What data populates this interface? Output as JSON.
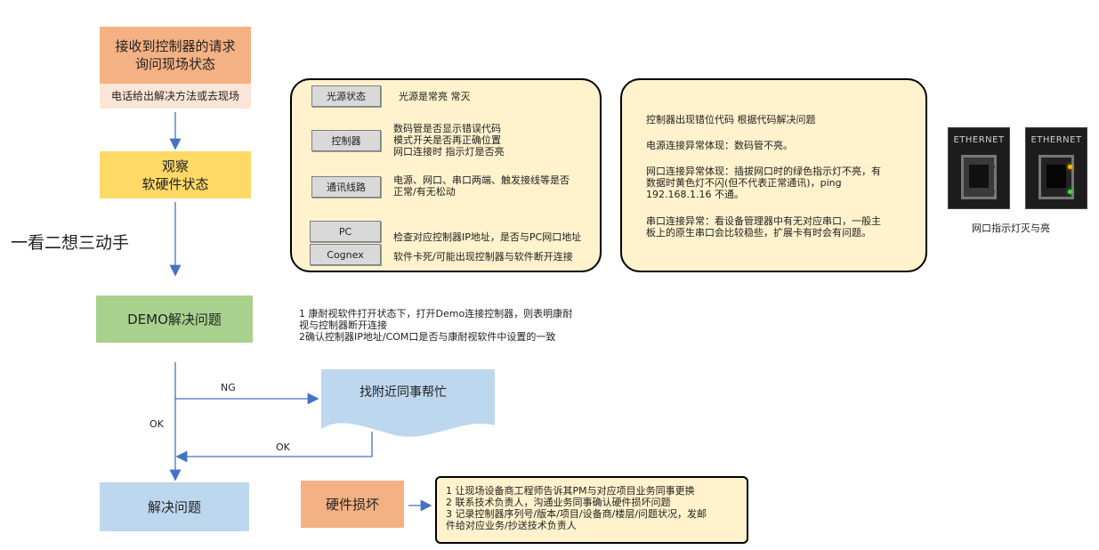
{
  "flow": {
    "start_line1": "接收到控制器的请求",
    "start_line2": "询问现场状态",
    "start_note": "电话给出解决方法或去现场",
    "observe_line1": "观察",
    "observe_line2": "软硬件状态",
    "side_slogan": "一看二想三动手",
    "demo": "DEMO解决问题",
    "ng_label": "NG",
    "ok_label_left": "OK",
    "ok_label_mid": "OK",
    "help": "找附近同事帮忙",
    "resolve": "解决问题",
    "hardware": "硬件损坏"
  },
  "left_panel": {
    "items": [
      {
        "tag": "光源状态",
        "text": "光源是常亮 常灭"
      },
      {
        "tag": "控制器",
        "text": "数码管是否显示错误代码\n模式开关是否再正确位置\n网口连接时 指示灯是否亮"
      },
      {
        "tag": "通讯线路",
        "text": "电源、网口、串口两端、触发接线等是否\n正常/有无松动"
      },
      {
        "tag": "PC",
        "text": "检查对应控制器IP地址，是否与PC网口地址"
      },
      {
        "tag": "Cognex",
        "text": "软件卡死/可能出现控制器与软件断开连接"
      }
    ]
  },
  "right_panel": {
    "p1": "控制器出现错位代码 根据代码解决问题",
    "p2": "电源连接异常体现：数码管不亮。",
    "p3": "网口连接异常体现：插拔网口时的绿色指示灯不亮，有\n数据时黄色灯不闪(但不代表正常通讯)，ping\n192.168.1.16 不通。",
    "p4": "串口连接异常：看设备管理器中有无对应串口，一般主\n板上的原生串口会比较稳些，扩展卡有时会有问题。"
  },
  "photos": {
    "label_left": "ETHERNET",
    "label_right": "ETHERNET",
    "caption": "网口指示灯灭与亮"
  },
  "demo_notes": "1 康耐视软件打开状态下，打开Demo连接控制器，则表明康耐\n视与控制器断开连接\n2确认控制器IP地址/COM口是否与康耐视软件中设置的一致",
  "hardware_notes": "1 让现场设备商工程师告诉其PM与对应项目业务同事更换\n2 联系技术负责人，沟通业务同事确认硬件损坏问题\n3 记录控制器序列号/版本/项目/设备商/楼层/问题状况，发邮\n件给对应业务/抄送技术负责人",
  "colors": {
    "orange": "#f4b183",
    "peach": "#fbe5d6",
    "yellow": "#ffd966",
    "green": "#a9d18e",
    "blue": "#bdd7ee",
    "panel": "#fff2cc",
    "arrow": "#4472c4"
  }
}
